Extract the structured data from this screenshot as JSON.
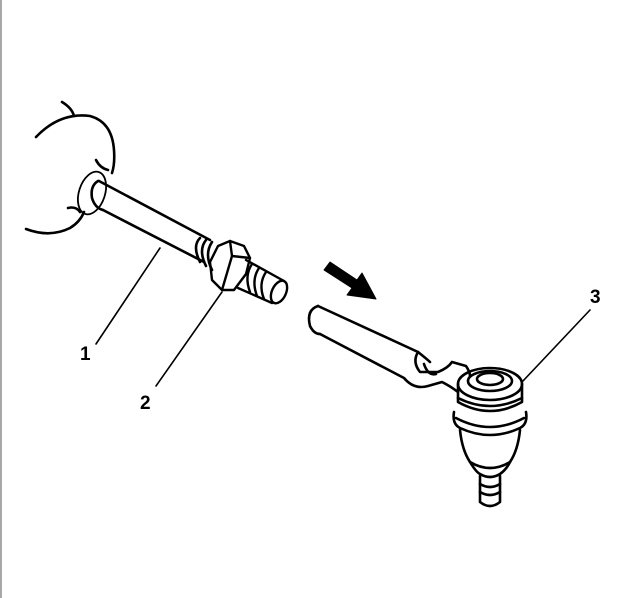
{
  "diagram": {
    "type": "technical-illustration",
    "subject": "tie rod end installation",
    "line_color": "#000000",
    "background": "#ffffff",
    "border_color": "#a8a8a8",
    "direction_arrow": "arrow-down-right"
  },
  "callouts": [
    {
      "number": "1",
      "target": "inner tie rod"
    },
    {
      "number": "2",
      "target": "jam nut"
    },
    {
      "number": "3",
      "target": "outer tie rod end"
    }
  ]
}
